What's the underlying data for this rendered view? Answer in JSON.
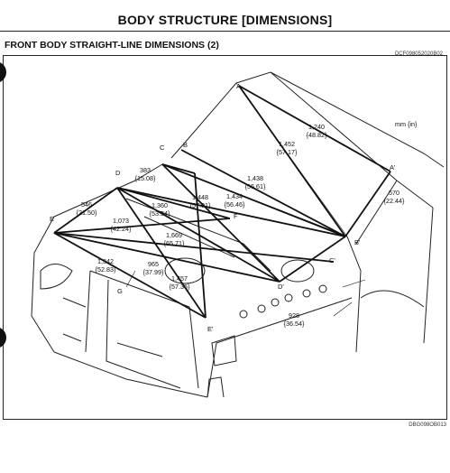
{
  "header": {
    "title": "BODY STRUCTURE [DIMENSIONS]"
  },
  "section": {
    "subtitle": "FRONT BODY STRAIGHT-LINE DIMENSIONS (2)",
    "figure_code": "DCF098052020B02"
  },
  "figure": {
    "unit_note": "mm {in}",
    "footer_code": "DBG098OB013",
    "points": [
      "A",
      "A'",
      "B",
      "B'",
      "C",
      "C'",
      "D",
      "D'",
      "E",
      "E'",
      "F",
      "G"
    ],
    "dimensions": [
      {
        "mm": "1,240",
        "in": "{48.82}"
      },
      {
        "mm": "1,452",
        "in": "{57.17}"
      },
      {
        "mm": "1,438",
        "in": "{56.61}"
      },
      {
        "mm": "570",
        "in": "{22.44}"
      },
      {
        "mm": "383",
        "in": "{15.08}"
      },
      {
        "mm": "1,448",
        "in": "{57.01}"
      },
      {
        "mm": "1,434",
        "in": "{56.46}"
      },
      {
        "mm": "1,360",
        "in": "{53.54}"
      },
      {
        "mm": "546",
        "in": "{21.50}"
      },
      {
        "mm": "1,073",
        "in": "{42.24}"
      },
      {
        "mm": "1,669",
        "in": "{65.71}"
      },
      {
        "mm": "1,342",
        "in": "{52.83}"
      },
      {
        "mm": "965",
        "in": "{37.99}"
      },
      {
        "mm": "1,457",
        "in": "{57.36}"
      },
      {
        "mm": "928",
        "in": "{36.54}"
      }
    ]
  }
}
